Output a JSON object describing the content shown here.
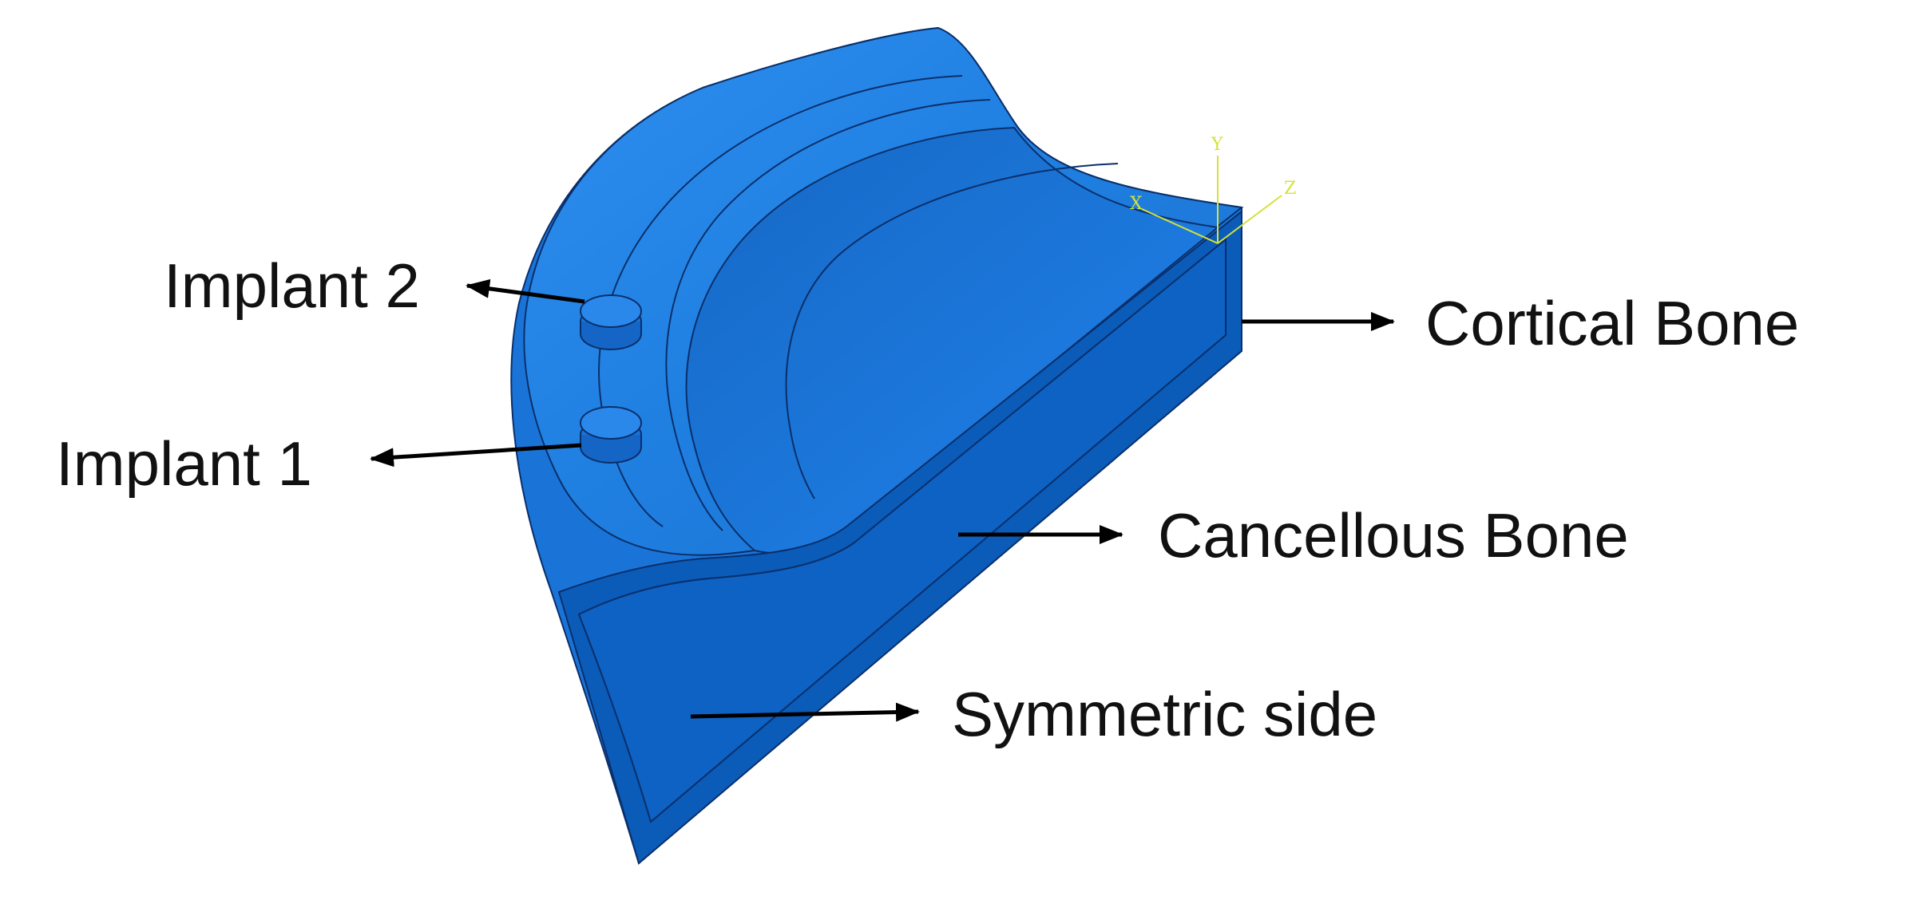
{
  "labels": {
    "implant2": "Implant 2",
    "implant1": "Implant 1",
    "cortical": "Cortical Bone",
    "cancellous": "Cancellous Bone",
    "symmetric": "Symmetric side"
  },
  "axes": {
    "x": "X",
    "y": "Y",
    "z": "Z"
  },
  "colors": {
    "model_top": "#1f7fe0",
    "model_face": "#0b5bb8",
    "model_inner": "#0f66c8",
    "edge": "#0a2f6a",
    "arrow": "#000000",
    "axis": "#d4e23a"
  }
}
